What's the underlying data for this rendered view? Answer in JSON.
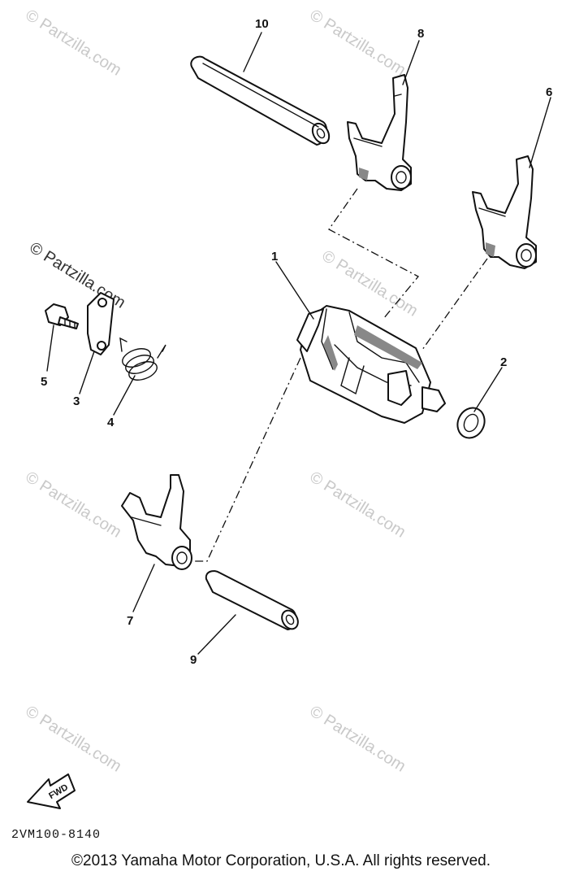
{
  "watermarks": {
    "text": "© Partzilla.com"
  },
  "callouts": {
    "c1": "1",
    "c2": "2",
    "c3": "3",
    "c4": "4",
    "c5": "5",
    "c6": "6",
    "c7": "7",
    "c8": "8",
    "c9": "9",
    "c10": "10"
  },
  "fwd_label": "FWD",
  "diagram_code": "2VM100-8140",
  "copyright": "©2013 Yamaha Motor Corporation, U.S.A. All rights reserved."
}
